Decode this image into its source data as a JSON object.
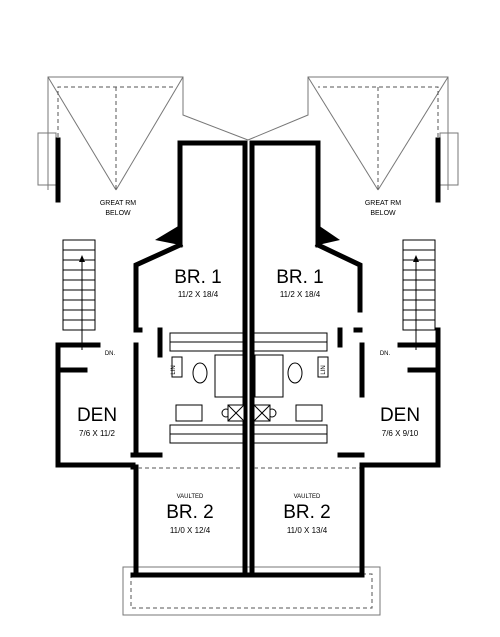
{
  "plan": {
    "left": {
      "great_rm_line1": "GREAT RM",
      "great_rm_line2": "BELOW",
      "br1_name": "BR. 1",
      "br1_dim": "11/2 X 18/4",
      "den_name": "DEN",
      "den_dim": "7/6 X 11/2",
      "dn_label": "DN.",
      "lin_label": "LIN",
      "br2_note": "VAULTED",
      "br2_name": "BR. 2",
      "br2_dim": "11/0 X 12/4"
    },
    "right": {
      "great_rm_line1": "GREAT RM",
      "great_rm_line2": "BELOW",
      "br1_name": "BR. 1",
      "br1_dim": "11/2 X 18/4",
      "den_name": "DEN",
      "den_dim": "7/6 X 9/10",
      "dn_label": "DN.",
      "lin_label": "LIN",
      "br2_note": "VAULTED",
      "br2_name": "BR. 2",
      "br2_dim": "11/0 X 13/4"
    }
  }
}
